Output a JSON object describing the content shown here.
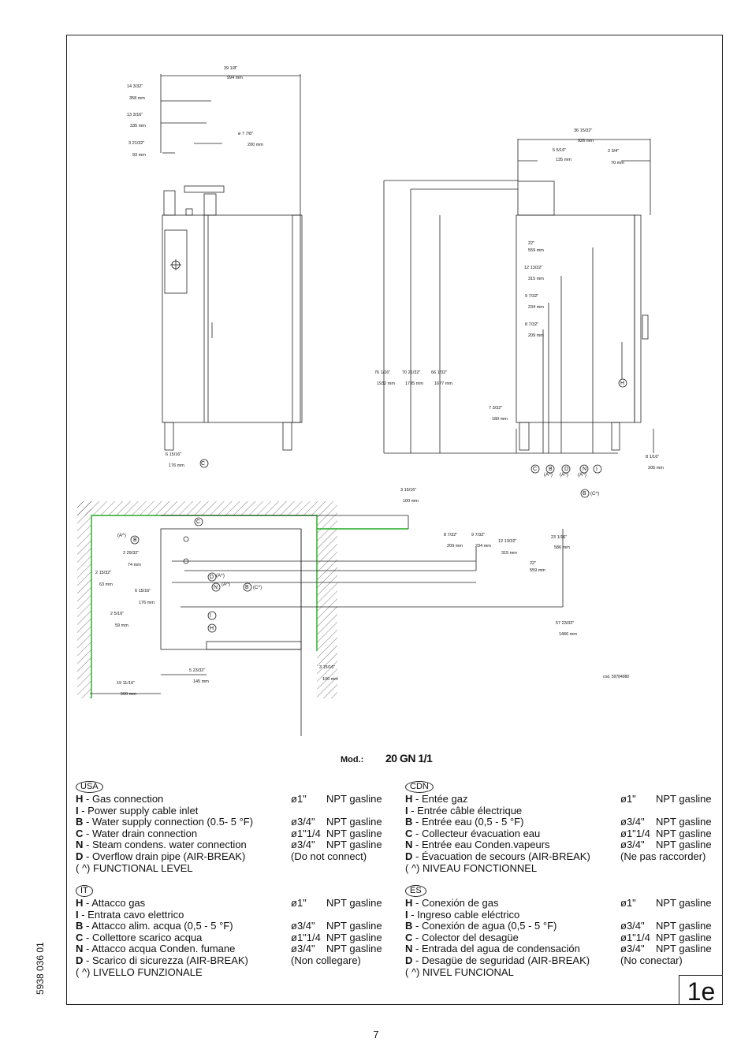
{
  "model": {
    "label": "Mod.:",
    "value": "20 GN 1/1"
  },
  "figure_id": "1e",
  "doc_code": "5938 036 01",
  "page_number": "7",
  "drawing_code": "cod. 59784980",
  "dims_top": [
    {
      "frac": "39 1/8\"",
      "mm": "994  mm"
    },
    {
      "frac": "14 3/32\"",
      "mm": "358  mm"
    },
    {
      "frac": "13 3/16\"",
      "mm": "335  mm"
    },
    {
      "frac": "3 21/32\"",
      "mm": "93  mm"
    },
    {
      "frac": "ø 7 7/8\"",
      "mm": "200  mm"
    }
  ],
  "dims_side": [
    {
      "frac": "36 15/32\"",
      "mm": "926  mm"
    },
    {
      "frac": "5 5/16\"",
      "mm": "135  mm"
    },
    {
      "frac": "2 3/4\"",
      "mm": "70  mm"
    },
    {
      "frac": "22\"",
      "mm": "559  mm"
    },
    {
      "frac": "12 13/32\"",
      "mm": "315  mm"
    },
    {
      "frac": "9 7/32\"",
      "mm": "234  mm"
    },
    {
      "frac": "8 7/32\"",
      "mm": "209  mm"
    },
    {
      "frac": "76 1/16\"",
      "mm": "1932  mm"
    },
    {
      "frac": "70 21/32\"",
      "mm": "1795  mm"
    },
    {
      "frac": "66 1/32\"",
      "mm": "1677  mm"
    },
    {
      "frac": "7 3/32\"",
      "mm": "180  mm"
    },
    {
      "frac": "6 15/16\"",
      "mm": "176  mm"
    },
    {
      "frac": "8 1/16\"",
      "mm": "205  mm"
    }
  ],
  "dims_plan": [
    {
      "frac": "3 15/16\"",
      "mm": "100  mm"
    },
    {
      "frac": "8 7/32\"",
      "mm": "209  mm"
    },
    {
      "frac": "9 7/32\"",
      "mm": "234  mm"
    },
    {
      "frac": "12 13/32\"",
      "mm": "315  mm"
    },
    {
      "frac": "23 1/16\"",
      "mm": "586  mm"
    },
    {
      "frac": "22\"",
      "mm": "559  mm"
    },
    {
      "frac": "2 29/32\"",
      "mm": "74  mm"
    },
    {
      "frac": "2 15/32\"",
      "mm": "63  mm"
    },
    {
      "frac": "6 15/16\"",
      "mm": "176  mm"
    },
    {
      "frac": "2 5/16\"",
      "mm": "59  mm"
    },
    {
      "frac": "57 23/32\"",
      "mm": "1466  mm"
    },
    {
      "frac": "5 23/32\"",
      "mm": "145  mm"
    },
    {
      "frac": "3 15/16\"",
      "mm": "100  mm"
    },
    {
      "frac": "19 11/16\"",
      "mm": "500  mm"
    }
  ],
  "callouts": [
    "C",
    "B",
    "D",
    "N",
    "I",
    "H",
    "(A^)",
    "(C^)"
  ],
  "legends": [
    {
      "badge": "USA",
      "rows": [
        {
          "key": "H",
          "text": "  - Gas connection",
          "size": "ø1\"",
          "note": "NPT gasline"
        },
        {
          "key": "I",
          "text": " - Power supply cable inlet",
          "size": "",
          "note": ""
        },
        {
          "key": "B",
          "text": " - Water supply connection (0.5- 5 °F)",
          "size": "ø3/4\"",
          "note": "NPT gasline"
        },
        {
          "key": "C",
          "text": " - Water drain connection",
          "size": "ø1\"1/4",
          "note": "NPT gasline"
        },
        {
          "key": "N",
          "text": " - Steam condens. water connection",
          "size": "ø3/4\"",
          "note": "NPT gasline"
        },
        {
          "key": "D",
          "text": " - Overflow drain pipe (AIR-BREAK)",
          "size": "(Do not connect)",
          "note": ""
        },
        {
          "key": "",
          "text": "( ^)   FUNCTIONAL LEVEL",
          "size": "",
          "note": ""
        }
      ]
    },
    {
      "badge": "CDN",
      "rows": [
        {
          "key": "H",
          "text": "  - Entée gaz",
          "size": "ø1\"",
          "note": "NPT gasline"
        },
        {
          "key": "I",
          "text": " - Entrée câble électrique",
          "size": "",
          "note": ""
        },
        {
          "key": "B",
          "text": " - Entrée eau (0,5 - 5 °F)",
          "size": "ø3/4\"",
          "note": "NPT gasline"
        },
        {
          "key": "C",
          "text": " - Collecteur évacuation eau",
          "size": "ø1\"1/4",
          "note": "NPT gasline"
        },
        {
          "key": "N",
          "text": " - Entrée eau Conden.vapeurs",
          "size": "ø3/4\"",
          "note": "NPT gasline"
        },
        {
          "key": "D",
          "text": " - Évacuation de secours (AIR-BREAK)",
          "size": "(Ne pas raccorder)",
          "note": ""
        },
        {
          "key": "",
          "text": "( ^)   NIVEAU FONCTIONNEL",
          "size": "",
          "note": ""
        }
      ]
    },
    {
      "badge": "IT",
      "rows": [
        {
          "key": "H",
          "text": "  - Attacco gas",
          "size": "ø1\"",
          "note": "NPT gasline"
        },
        {
          "key": "I",
          "text": " - Entrata cavo elettrico",
          "size": "",
          "note": ""
        },
        {
          "key": "B",
          "text": " - Attacco alim. acqua (0,5 - 5 °F)",
          "size": "ø3/4\"",
          "note": "NPT gasline"
        },
        {
          "key": "C",
          "text": " - Collettore scarico acqua",
          "size": "ø1\"1/4",
          "note": "NPT gasline"
        },
        {
          "key": "N",
          "text": " - Attacco acqua Conden.  fumane",
          "size": "ø3/4\"",
          "note": "NPT gasline"
        },
        {
          "key": "D",
          "text": " - Scarico di sicurezza (AIR-BREAK)",
          "size": "(Non  collegare)",
          "note": ""
        },
        {
          "key": "",
          "text": "( ^)   LIVELLO FUNZIONALE",
          "size": "",
          "note": ""
        }
      ]
    },
    {
      "badge": "ES",
      "rows": [
        {
          "key": "H",
          "text": "  - Conexión de gas",
          "size": "ø1\"",
          "note": "NPT gasline"
        },
        {
          "key": "I",
          "text": " - Ingreso cable eléctrico",
          "size": "",
          "note": ""
        },
        {
          "key": "B",
          "text": " - Conexión de agua (0,5 - 5 °F)",
          "size": "ø3/4\"",
          "note": "NPT gasline"
        },
        {
          "key": "C",
          "text": " - Colector del desagüe",
          "size": "ø1\"1/4",
          "note": "NPT gasline"
        },
        {
          "key": "N",
          "text": " - Entrada del agua de condensación",
          "size": "ø3/4\"",
          "note": "NPT gasline"
        },
        {
          "key": "D",
          "text": " - Desagüe de seguridad (AIR-BREAK)",
          "size": "(No conectar)",
          "note": ""
        },
        {
          "key": "",
          "text": "( ^)   NIVEL FUNCIONAL",
          "size": "",
          "note": ""
        }
      ]
    }
  ]
}
